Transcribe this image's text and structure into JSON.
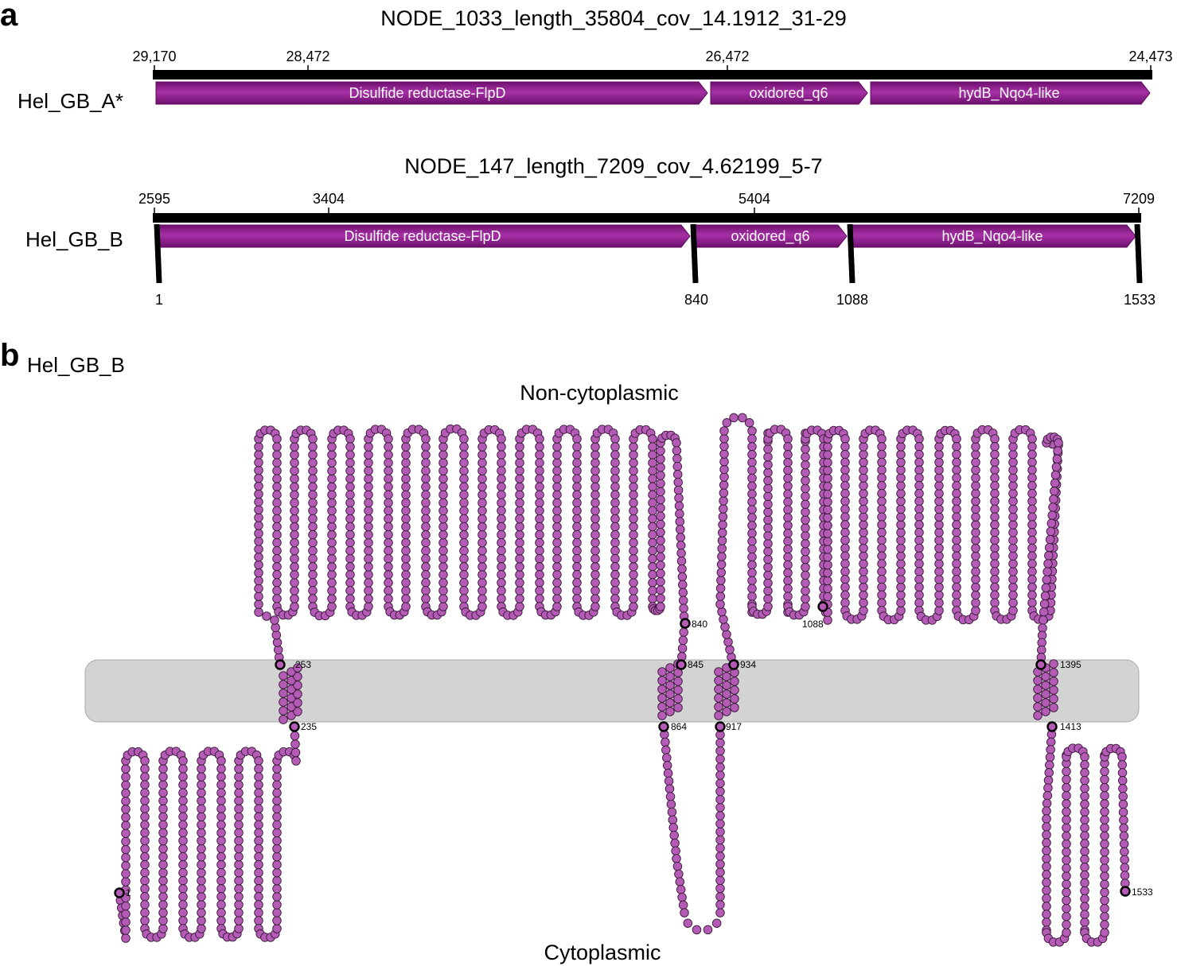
{
  "panel_a": {
    "letter": "a",
    "tracks": [
      {
        "title": "NODE_1033_length_35804_cov_14.1912_31-29",
        "label": "Hel_GB_A*",
        "coords": [
          "29,170",
          "28,472",
          "26,472",
          "24,473"
        ],
        "genes": [
          "Disulfide reductase-FlpD",
          "oxidored_q6",
          "hydB_Nqo4-like"
        ],
        "aa_positions": []
      },
      {
        "title": "NODE_147_length_7209_cov_4.62199_5-7",
        "label": "Hel_GB_B",
        "coords": [
          "2595",
          "3404",
          "5404",
          "7209"
        ],
        "genes": [
          "Disulfide reductase-FlpD",
          "oxidored_q6",
          "hydB_Nqo4-like"
        ],
        "aa_positions": [
          "1",
          "840",
          "1088",
          "1533"
        ]
      }
    ]
  },
  "panel_b": {
    "letter": "b",
    "label": "Hel_GB_B",
    "top_region": "Non-cytoplasmic",
    "bottom_region": "Cytoplasmic",
    "residue_markers": [
      "1",
      "235",
      "253",
      "840",
      "845",
      "864",
      "917",
      "934",
      "1088",
      "1395",
      "1413",
      "1533"
    ]
  },
  "colors": {
    "gene_fill": "#8a1a8a",
    "residue_fill": "#b45bb5",
    "membrane": "#d3d3d3",
    "track_bar": "#000000"
  }
}
